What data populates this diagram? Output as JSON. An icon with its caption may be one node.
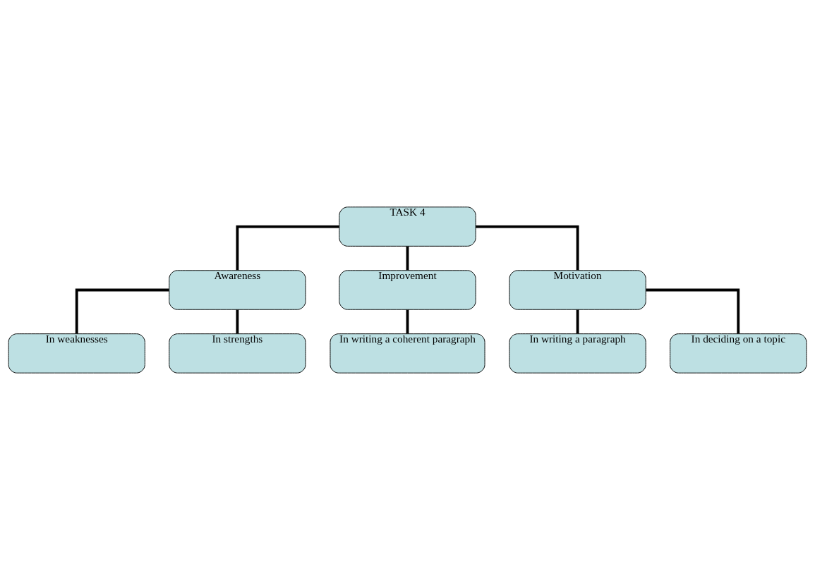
{
  "diagram": {
    "nodes": [
      {
        "text": [
          "TASK 4"
        ]
      },
      {
        "text": [
          "Awareness"
        ]
      },
      {
        "text": [
          "In weaknesses"
        ]
      },
      {
        "text": [
          "In strengths"
        ]
      },
      {
        "text": [
          "Improvement"
        ]
      },
      {
        "text": [
          "In writing a coherent paragraph"
        ]
      },
      {
        "text": [
          "Motivation"
        ]
      },
      {
        "text": [
          "In writing a paragraph"
        ]
      },
      {
        "text": [
          "In deciding on a topic"
        ]
      }
    ],
    "edges": [
      {
        "from": 0,
        "to": 1,
        "arrow": "none"
      },
      {
        "from": 1,
        "to": 2,
        "arrow": "none"
      },
      {
        "from": 1,
        "to": 3,
        "arrow": "none"
      },
      {
        "from": 0,
        "to": 4,
        "arrow": "none"
      },
      {
        "from": 4,
        "to": 5,
        "arrow": "none"
      },
      {
        "from": 0,
        "to": 6,
        "arrow": "none"
      },
      {
        "from": 6,
        "to": 7,
        "arrow": "none"
      },
      {
        "from": 6,
        "to": 8,
        "arrow": "none"
      }
    ]
  }
}
